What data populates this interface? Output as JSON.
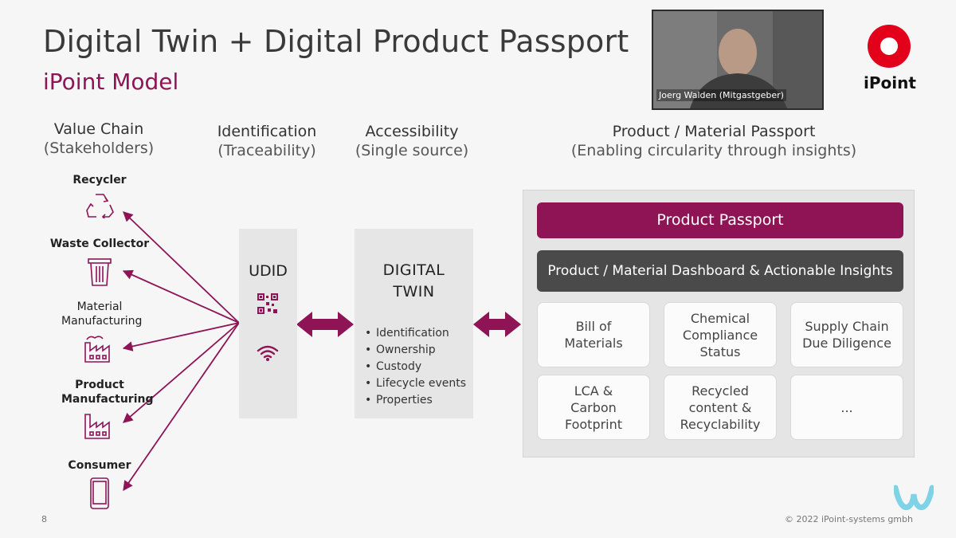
{
  "slide": {
    "title": "Digital Twin + Digital Product Passport",
    "subtitle": "iPoint Model",
    "page_number": "8",
    "copyright": "© 2022 iPoint-systems gmbh"
  },
  "brand": {
    "logo_text": "iPoint",
    "accent_color": "#8e1456",
    "dark_bar_color": "#4a4a4a"
  },
  "video_tile": {
    "participant_label": "Joerg Walden (Mitgastgeber)"
  },
  "columns": {
    "value_chain": {
      "title": "Value Chain",
      "subtitle": "(Stakeholders)"
    },
    "identification": {
      "title": "Identification",
      "subtitle": "(Traceability)"
    },
    "accessibility": {
      "title": "Accessibility",
      "subtitle": "(Single source)"
    },
    "passport": {
      "title": "Product / Material Passport",
      "subtitle": "(Enabling circularity through insights)"
    }
  },
  "stakeholders": [
    {
      "label": "Recycler",
      "icon": "recycle-icon"
    },
    {
      "label": "Waste Collector",
      "icon": "trash-bin-icon"
    },
    {
      "label": "Material Manufacturing",
      "icon": "factory-icon"
    },
    {
      "label": "Product Manufacturing",
      "icon": "factory-icon"
    },
    {
      "label": "Consumer",
      "icon": "smartphone-icon"
    }
  ],
  "udid": {
    "title": "UDID",
    "icons": [
      "qr-code-icon",
      "wifi-icon"
    ]
  },
  "digital_twin": {
    "title_line1": "DIGITAL",
    "title_line2": "TWIN",
    "items": [
      "Identification",
      "Ownership",
      "Custody",
      "Lifecycle events",
      "Properties"
    ]
  },
  "passport_panel": {
    "header": "Product Passport",
    "dashboard": "Product / Material Dashboard & Actionable Insights",
    "tiles": [
      "Bill of\nMaterials",
      "Chemical\nCompliance\nStatus",
      "Supply Chain\nDue Diligence",
      "LCA &\nCarbon\nFootprint",
      "Recycled\ncontent &\nRecyclability",
      "..."
    ]
  }
}
